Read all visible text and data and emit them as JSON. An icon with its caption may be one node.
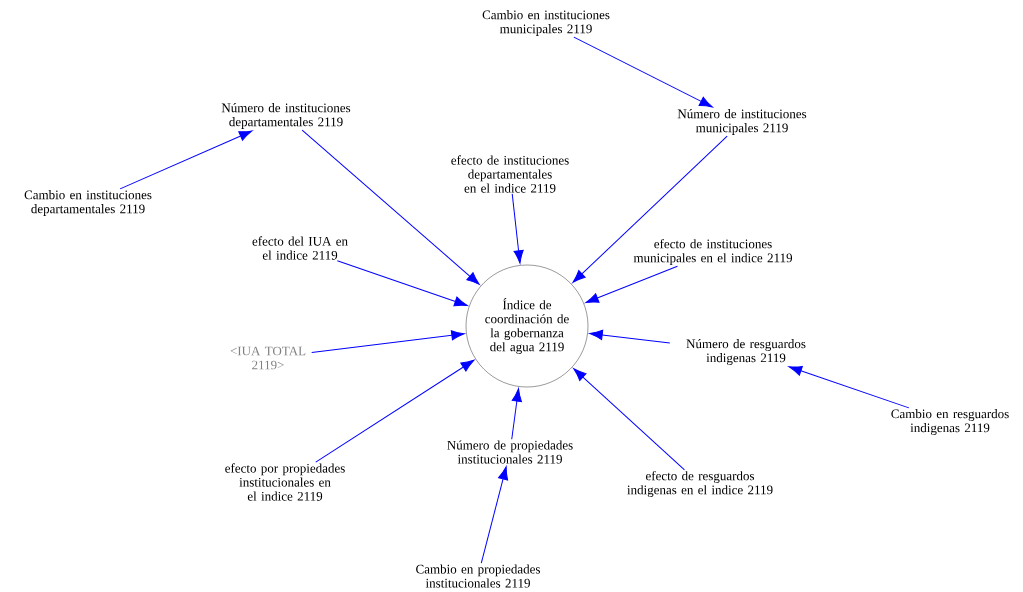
{
  "diagram": {
    "nodes": [
      {
        "text": [
          "Cambio en instituciones municipales 2119"
        ]
      },
      {
        "text": [
          "Número de instituciones departamentales 2119"
        ]
      },
      {
        "text": [
          "Número de instituciones municipales 2119"
        ]
      },
      {
        "text": [
          "efecto de instituciones departamentales en el indice 2119"
        ]
      },
      {
        "text": [
          "Cambio en instituciones departamentales 2119"
        ]
      },
      {
        "text": [
          "efecto del IUA en el indice 2119"
        ]
      },
      {
        "text": [
          "efecto de instituciones municipales en el indice 2119"
        ]
      },
      {
        "text": [
          "Índice de coordinación de la gobernanza del agua 2119"
        ]
      },
      {
        "text": [
          "<IUA TOTAL 2119>"
        ]
      },
      {
        "text": [
          "Número de resguardos indigenas 2119"
        ]
      },
      {
        "text": [
          "Cambio en resguardos indigenas 2119"
        ]
      },
      {
        "text": [
          "Número de propiedades institucionales 2119"
        ]
      },
      {
        "text": [
          "efecto por propiedades institucionales en el indice 2119"
        ]
      },
      {
        "text": [
          "efecto de resguardos indigenas en el indice 2119"
        ]
      },
      {
        "text": [
          "Cambio en propiedades institucionales 2119"
        ]
      }
    ],
    "edges": [
      {
        "from": 0,
        "to": 2,
        "arrow": "to"
      },
      {
        "from": 4,
        "to": 1,
        "arrow": "to"
      },
      {
        "from": 1,
        "to": 7,
        "arrow": "to"
      },
      {
        "from": 2,
        "to": 7,
        "arrow": "to"
      },
      {
        "from": 3,
        "to": 7,
        "arrow": "to"
      },
      {
        "from": 5,
        "to": 7,
        "arrow": "to"
      },
      {
        "from": 6,
        "to": 7,
        "arrow": "to"
      },
      {
        "from": 8,
        "to": 7,
        "arrow": "to"
      },
      {
        "from": 9,
        "to": 7,
        "arrow": "to"
      },
      {
        "from": 10,
        "to": 9,
        "arrow": "to"
      },
      {
        "from": 11,
        "to": 7,
        "arrow": "to"
      },
      {
        "from": 12,
        "to": 7,
        "arrow": "to"
      },
      {
        "from": 13,
        "to": 7,
        "arrow": "to"
      },
      {
        "from": 14,
        "to": 11,
        "arrow": "to"
      }
    ]
  }
}
